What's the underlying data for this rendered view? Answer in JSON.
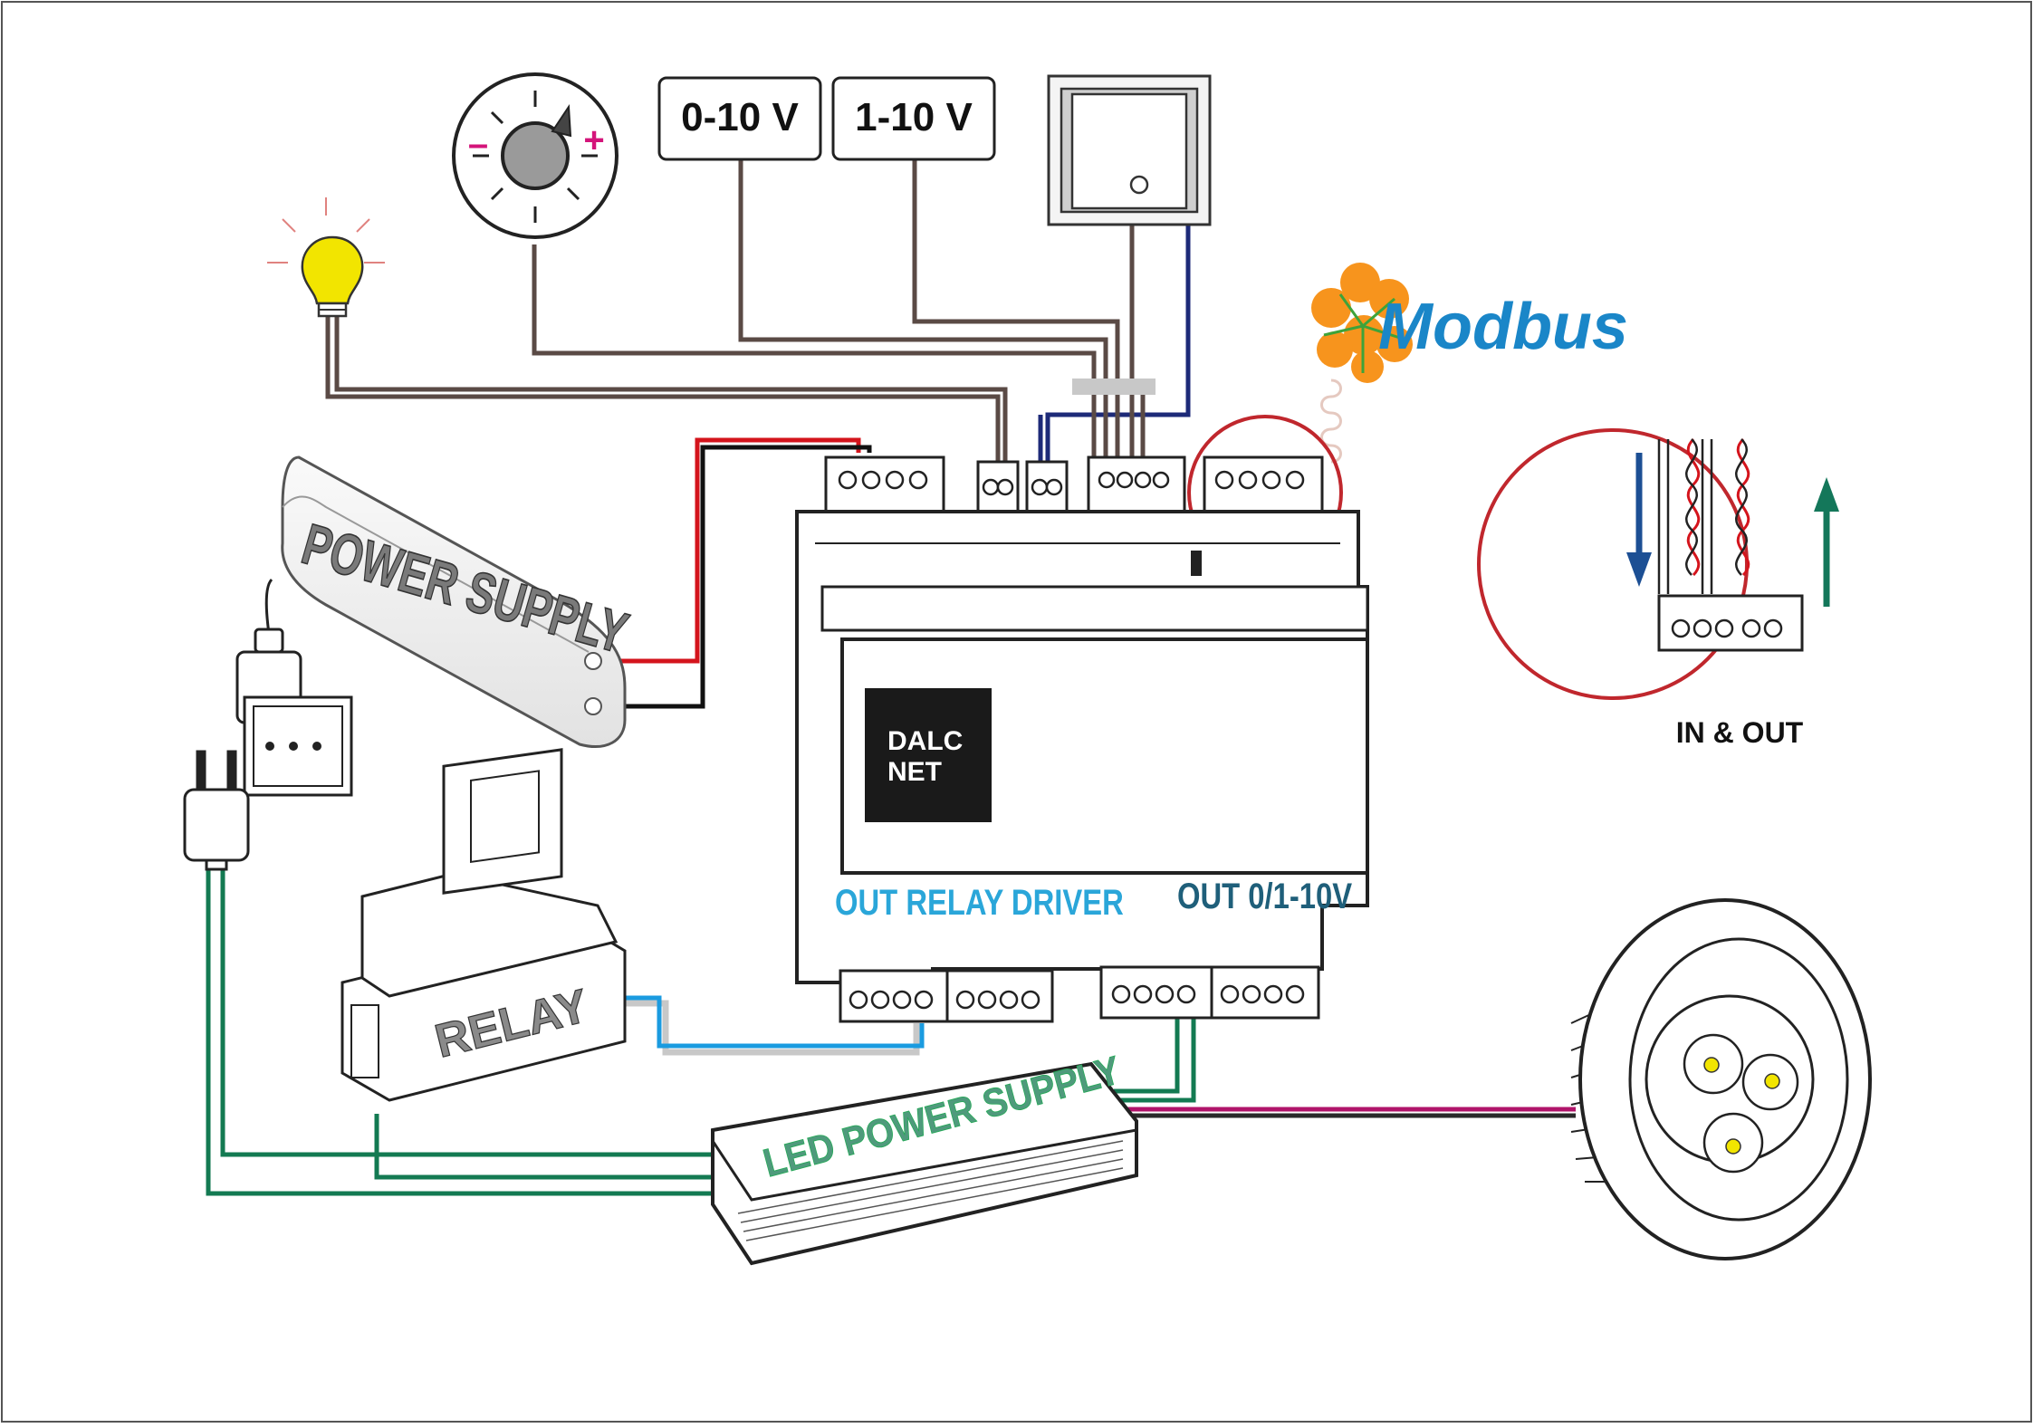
{
  "labels": {
    "v010": "0-10 V",
    "v110": "1-10 V",
    "modbus": "Modbus",
    "power_supply": "POWER SUPPLY",
    "dalcnet_line1": "DALC",
    "dalcnet_line2": "NET",
    "out_relay_driver": "OUT RELAY DRIVER",
    "out_010v": "OUT 0/1-10V",
    "relay": "RELAY",
    "led_power_supply": "LED POWER SUPPLY",
    "in_out": "IN & OUT",
    "minus": "–",
    "plus": "+"
  },
  "colors": {
    "wire_brown": "#5a4a45",
    "wire_navy": "#1d2a78",
    "wire_red": "#d4141c",
    "wire_black": "#111111",
    "wire_green": "#137a52",
    "wire_blue": "#1a9be0",
    "wire_grey": "#c8c8c8",
    "wire_magenta": "#b0146a",
    "accent_cyan": "#2aa6d9",
    "accent_teal": "#1f5f7a",
    "modbus_blue": "#1a86c8",
    "modbus_orange": "#f7941d",
    "bulb_yellow": "#f2e500",
    "led_green_text": "#4f9a7c",
    "arrow_down": "#1c4f94",
    "arrow_up": "#14775a",
    "circle_red": "#c0272d"
  }
}
